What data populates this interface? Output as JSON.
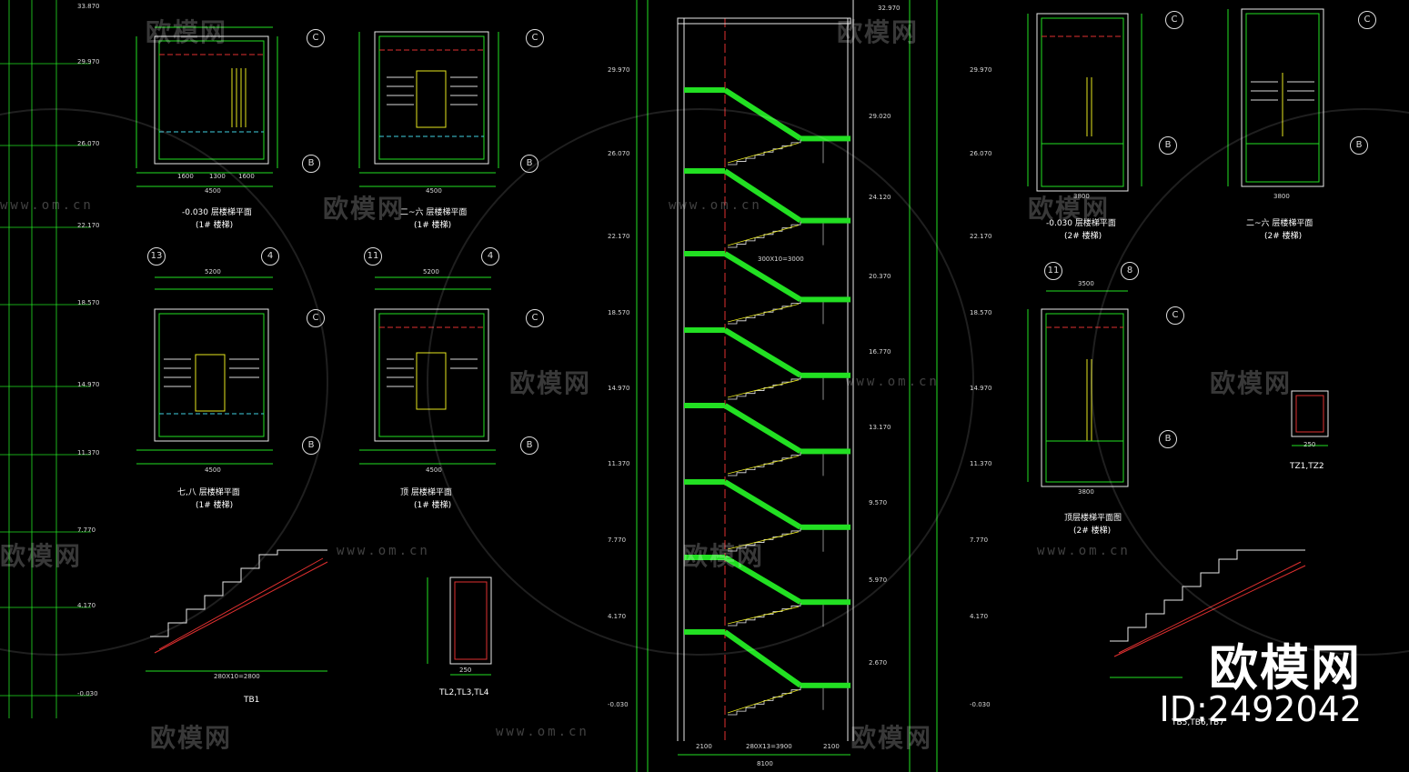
{
  "watermark": {
    "brand_cn": "欧模网",
    "url": "www.om.cn"
  },
  "corner_brand": {
    "name": "欧模网",
    "id": "ID:2492042"
  },
  "plans": {
    "p1": {
      "title": "-0.030 层楼梯平面",
      "sub": "(1# 楼梯)"
    },
    "p2": {
      "title": "二~六 层楼梯平面",
      "sub": "(1# 楼梯)"
    },
    "p3": {
      "title": "七,八 层楼梯平面",
      "sub": "(1# 楼梯)"
    },
    "p4": {
      "title": "顶 层楼梯平面",
      "sub": "(1# 楼梯)"
    },
    "p5": {
      "title": "-0.030 层楼梯平面",
      "sub": "(2# 楼梯)"
    },
    "p6": {
      "title": "二~六 层楼梯平面",
      "sub": "(2# 楼梯)"
    },
    "p7": {
      "title": "顶层楼梯平面图",
      "sub": "(2# 楼梯)"
    }
  },
  "dims": {
    "w4500": "4500",
    "w5200": "5200",
    "w3800": "3800",
    "w3500": "3500",
    "d1600": "1600",
    "d1300": "1300",
    "d2800": "280X10=2800",
    "d3900": "280X13=3900",
    "d3000": "300X10=3000",
    "d2100": "2100",
    "d8100": "8100",
    "d250": "250"
  },
  "elevations": [
    "33.870",
    "29.970",
    "26.070",
    "22.170",
    "18.570",
    "14.970",
    "11.370",
    "7.770",
    "4.170",
    "-0.030"
  ],
  "section_elevations": [
    "32.970",
    "29.020",
    "24.120",
    "20.370",
    "16.770",
    "13.170",
    "9.570",
    "5.970",
    "2.670"
  ],
  "grid_labels": {
    "c": "C",
    "b": "B",
    "a4": "4",
    "a8": "8",
    "a13": "13",
    "a11": "11"
  },
  "details": {
    "tb1": "TB1",
    "tl": "TL2,TL3,TL4",
    "tz": "TZ1,TZ2",
    "tb5": "TB5,TB6,TB7"
  },
  "colors": {
    "green": "#22e022",
    "white": "#e8e8e8",
    "yellow": "#e6e61e",
    "red": "#e03030",
    "cyan": "#3fd0e0",
    "magenta": "#d040d0"
  }
}
